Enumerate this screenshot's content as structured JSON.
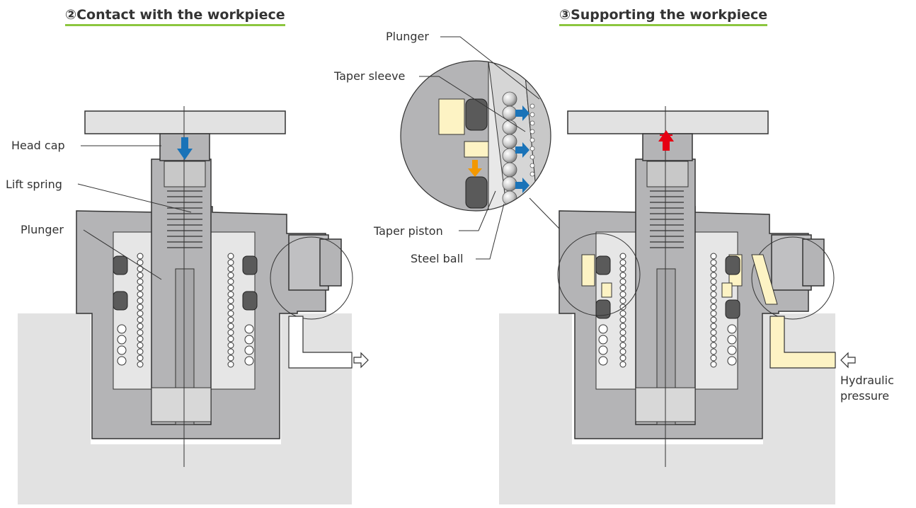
{
  "panels": {
    "contact": {
      "title": "②Contact with the workpiece"
    },
    "support": {
      "title": "③Supporting the workpiece"
    }
  },
  "labels": {
    "head_cap": "Head cap",
    "lift_spring": "Lift spring",
    "plunger_left": "Plunger",
    "plunger_detail": "Plunger",
    "taper_sleeve": "Taper sleeve",
    "taper_piston": "Taper piston",
    "steel_ball": "Steel ball",
    "hydraulic_pressure_line1": "Hydraulic",
    "hydraulic_pressure_line2": "pressure"
  },
  "colors": {
    "body_gray": "#b4b4b6",
    "base_gray": "#e0e0e0",
    "dark_gray": "#8e8e90",
    "seal_dark": "#5a5a5a",
    "oil_yellow": "#fdf3c4",
    "arrow_blue": "#1a73b8",
    "arrow_red": "#e60012",
    "arrow_orange": "#f39800",
    "underline_green": "#8cc63f"
  }
}
